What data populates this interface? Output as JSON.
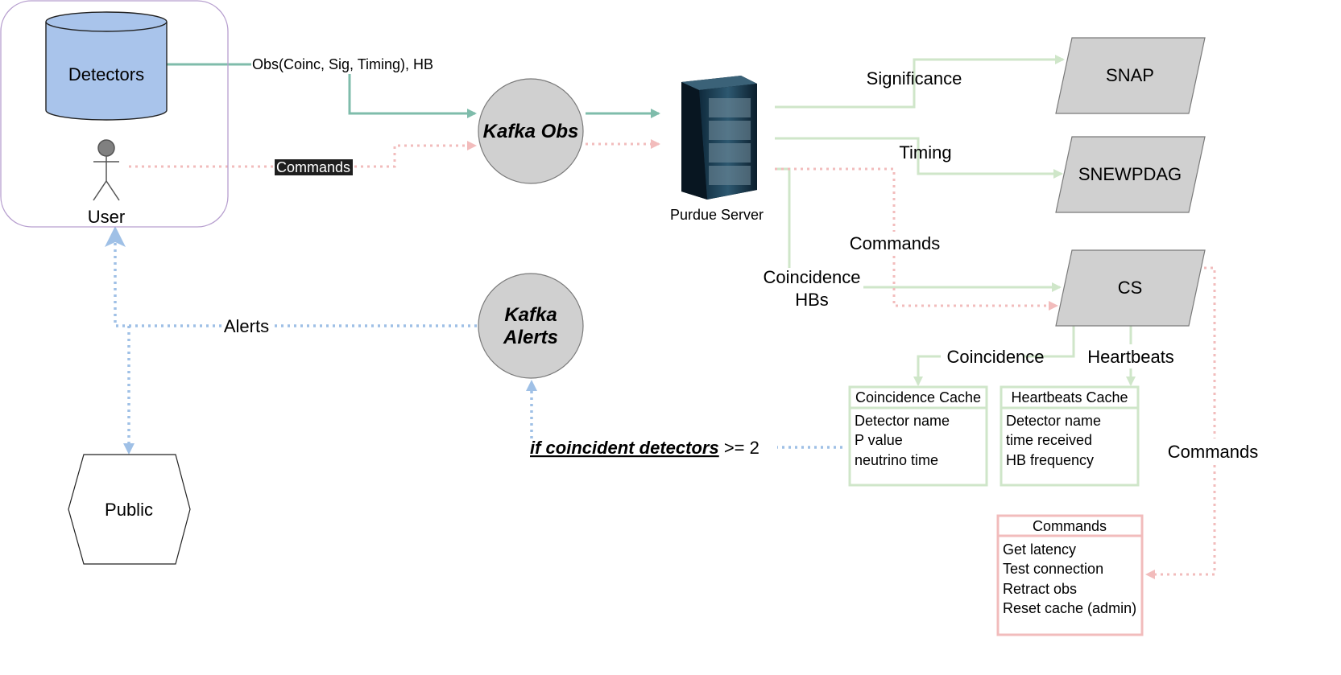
{
  "nodes": {
    "detectors": "Detectors",
    "user": "User",
    "kafka_obs": "Kafka Obs",
    "kafka_alerts_line1": "Kafka",
    "kafka_alerts_line2": "Alerts",
    "purdue_server": "Purdue Server",
    "snap": "SNAP",
    "snewpdag": "SNEWPDAG",
    "cs": "CS",
    "public": "Public"
  },
  "edges": {
    "obs_label": "Obs(Coinc, Sig, Timing), HB",
    "commands_user": "Commands",
    "significance": "Significance",
    "timing": "Timing",
    "commands_server": "Commands",
    "coincidence_hbs_line1": "Coincidence",
    "coincidence_hbs_line2": "HBs",
    "coincidence": "Coincidence",
    "heartbeats": "Heartbeats",
    "commands_cs": "Commands",
    "alerts": "Alerts",
    "condition_bold": "if coincident detectors",
    "condition_rest": " >= 2"
  },
  "tables": {
    "coincidence_cache": {
      "title": "Coincidence Cache",
      "rows": [
        "Detector name",
        "P value",
        "neutrino time"
      ]
    },
    "heartbeats_cache": {
      "title": "Heartbeats Cache",
      "rows": [
        "Detector name",
        "time received",
        "HB frequency"
      ]
    },
    "commands": {
      "title": "Commands",
      "rows": [
        "Get latency",
        "Test connection",
        "Retract obs",
        "Reset cache (admin)"
      ]
    }
  },
  "colors": {
    "detectors_fill": "#a9c4eb",
    "observation_line": "#7fbcab",
    "data_line": "#cfe6c9",
    "command_line": "#f2bcbc",
    "alert_line": "#9fc0e6",
    "user_group_border": "#b79fcf"
  }
}
